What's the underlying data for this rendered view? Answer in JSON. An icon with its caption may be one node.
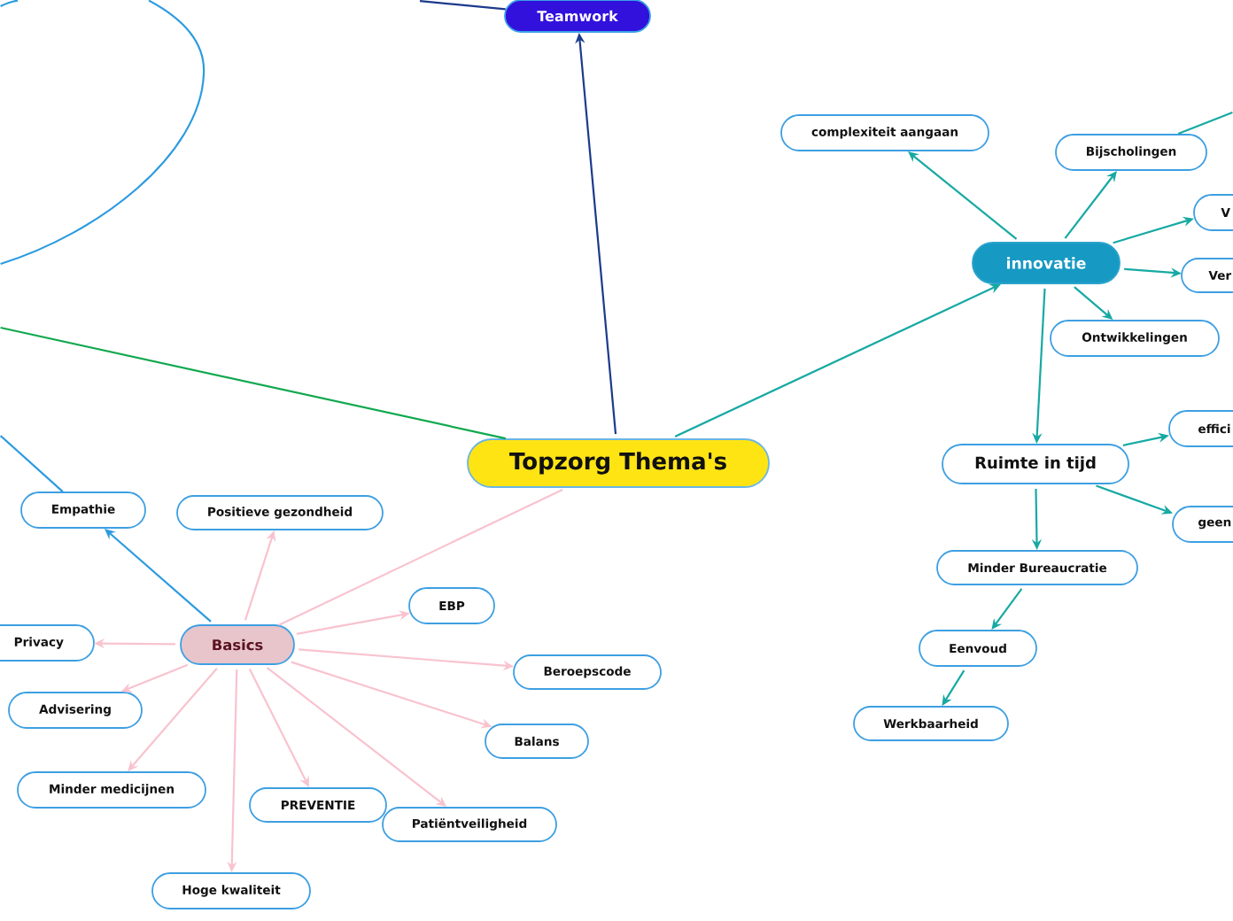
{
  "diagram": {
    "nodes": [
      {
        "text": [
          "Topzorg Thema's"
        ]
      },
      {
        "text": [
          "Teamwork"
        ]
      },
      {
        "text": [
          "innovatie"
        ]
      },
      {
        "text": [
          "complexiteit aangaan"
        ]
      },
      {
        "text": [
          "Bijscholingen"
        ]
      },
      {
        "text": [
          "V"
        ]
      },
      {
        "text": [
          "Ver"
        ]
      },
      {
        "text": [
          "Ontwikkelingen"
        ]
      },
      {
        "text": [
          "Ruimte in tijd"
        ]
      },
      {
        "text": [
          "effici"
        ]
      },
      {
        "text": [
          "geen"
        ]
      },
      {
        "text": [
          "Minder Bureaucratie"
        ]
      },
      {
        "text": [
          "Eenvoud"
        ]
      },
      {
        "text": [
          "Werkbaarheid"
        ]
      },
      {
        "text": [
          "Basics"
        ]
      },
      {
        "text": [
          "Empathie"
        ]
      },
      {
        "text": [
          "Positieve gezondheid"
        ]
      },
      {
        "text": [
          "EBP"
        ]
      },
      {
        "text": [
          "Beroepscode"
        ]
      },
      {
        "text": [
          "Balans"
        ]
      },
      {
        "text": [
          "Patiëntveiligheid"
        ]
      },
      {
        "text": [
          "PREVENTIE"
        ]
      },
      {
        "text": [
          "Hoge kwaliteit"
        ]
      },
      {
        "text": [
          "Minder medicijnen"
        ]
      },
      {
        "text": [
          "Advisering"
        ]
      },
      {
        "text": [
          "Privacy"
        ]
      }
    ],
    "edges": [
      {
        "from": 0,
        "to": 1,
        "arrow": "to",
        "color": "#1c3a8c"
      },
      {
        "from": 1,
        "to": null,
        "arrow": "none",
        "color": "#1c3a8c"
      },
      {
        "from": 0,
        "to": 2,
        "arrow": "to"
      },
      {
        "from": 0,
        "to": 14,
        "arrow": "none",
        "color": "#f8c3cf"
      },
      {
        "from": 0,
        "to": null,
        "arrow": "none",
        "color": "#10a84e"
      },
      {
        "from": 2,
        "to": 3,
        "arrow": "to"
      },
      {
        "from": 2,
        "to": 4,
        "arrow": "to"
      },
      {
        "from": 2,
        "to": 5,
        "arrow": "to"
      },
      {
        "from": 2,
        "to": 6,
        "arrow": "to"
      },
      {
        "from": 2,
        "to": 7,
        "arrow": "to"
      },
      {
        "from": 2,
        "to": 8,
        "arrow": "to"
      },
      {
        "from": 4,
        "to": null,
        "arrow": "none"
      },
      {
        "from": 8,
        "to": 9,
        "arrow": "to"
      },
      {
        "from": 8,
        "to": 10,
        "arrow": "to"
      },
      {
        "from": 8,
        "to": 11,
        "arrow": "to"
      },
      {
        "from": 11,
        "to": 12,
        "arrow": "to"
      },
      {
        "from": 12,
        "to": 13,
        "arrow": "to"
      },
      {
        "from": 14,
        "to": 15,
        "arrow": "to",
        "color": "#2d9be0"
      },
      {
        "from": 15,
        "to": null,
        "arrow": "none",
        "color": "#2d9be0"
      },
      {
        "from": 14,
        "to": 16,
        "arrow": "to",
        "color": "#f8c3cf"
      },
      {
        "from": 14,
        "to": 17,
        "arrow": "to",
        "color": "#f8c3cf"
      },
      {
        "from": 14,
        "to": 18,
        "arrow": "to",
        "color": "#f8c3cf"
      },
      {
        "from": 14,
        "to": 19,
        "arrow": "to",
        "color": "#f8c3cf"
      },
      {
        "from": 14,
        "to": 20,
        "arrow": "to",
        "color": "#f8c3cf"
      },
      {
        "from": 14,
        "to": 21,
        "arrow": "to",
        "color": "#f8c3cf"
      },
      {
        "from": 14,
        "to": 22,
        "arrow": "to",
        "color": "#f8c3cf"
      },
      {
        "from": 14,
        "to": 23,
        "arrow": "to",
        "color": "#f8c3cf"
      },
      {
        "from": 14,
        "to": 24,
        "arrow": "to",
        "color": "#f8c3cf"
      },
      {
        "from": 14,
        "to": 25,
        "arrow": "to",
        "color": "#f8c3cf"
      }
    ]
  }
}
